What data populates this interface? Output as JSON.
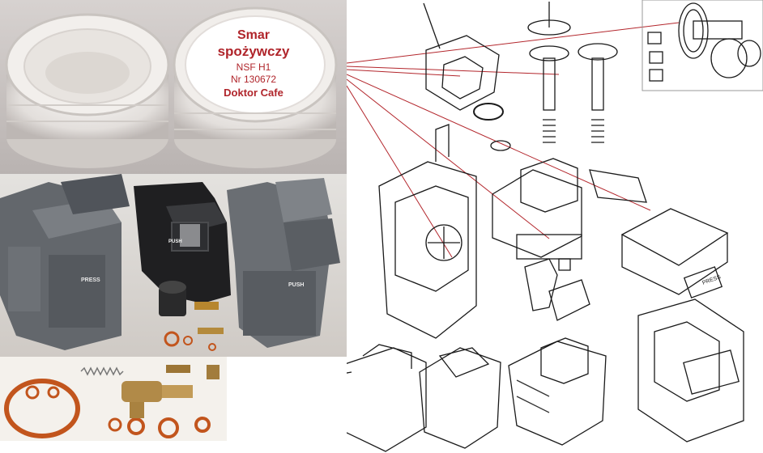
{
  "jar_label": {
    "line1": "Smar",
    "line2": "spożywczy",
    "line3": "NSF H1",
    "line4": "Nr 130672",
    "line5": "Doktor Cafe"
  },
  "unit_stickers": {
    "press": "PRESS",
    "push_a": "PUSH",
    "push_b": "PUSH",
    "diagram_press": "PRESS"
  },
  "colors": {
    "label_text": "#b0252b",
    "oring": "#c2551d",
    "plastic": "#5d6166",
    "line_art": "#1a1a1a",
    "leader": "#b3262c"
  }
}
